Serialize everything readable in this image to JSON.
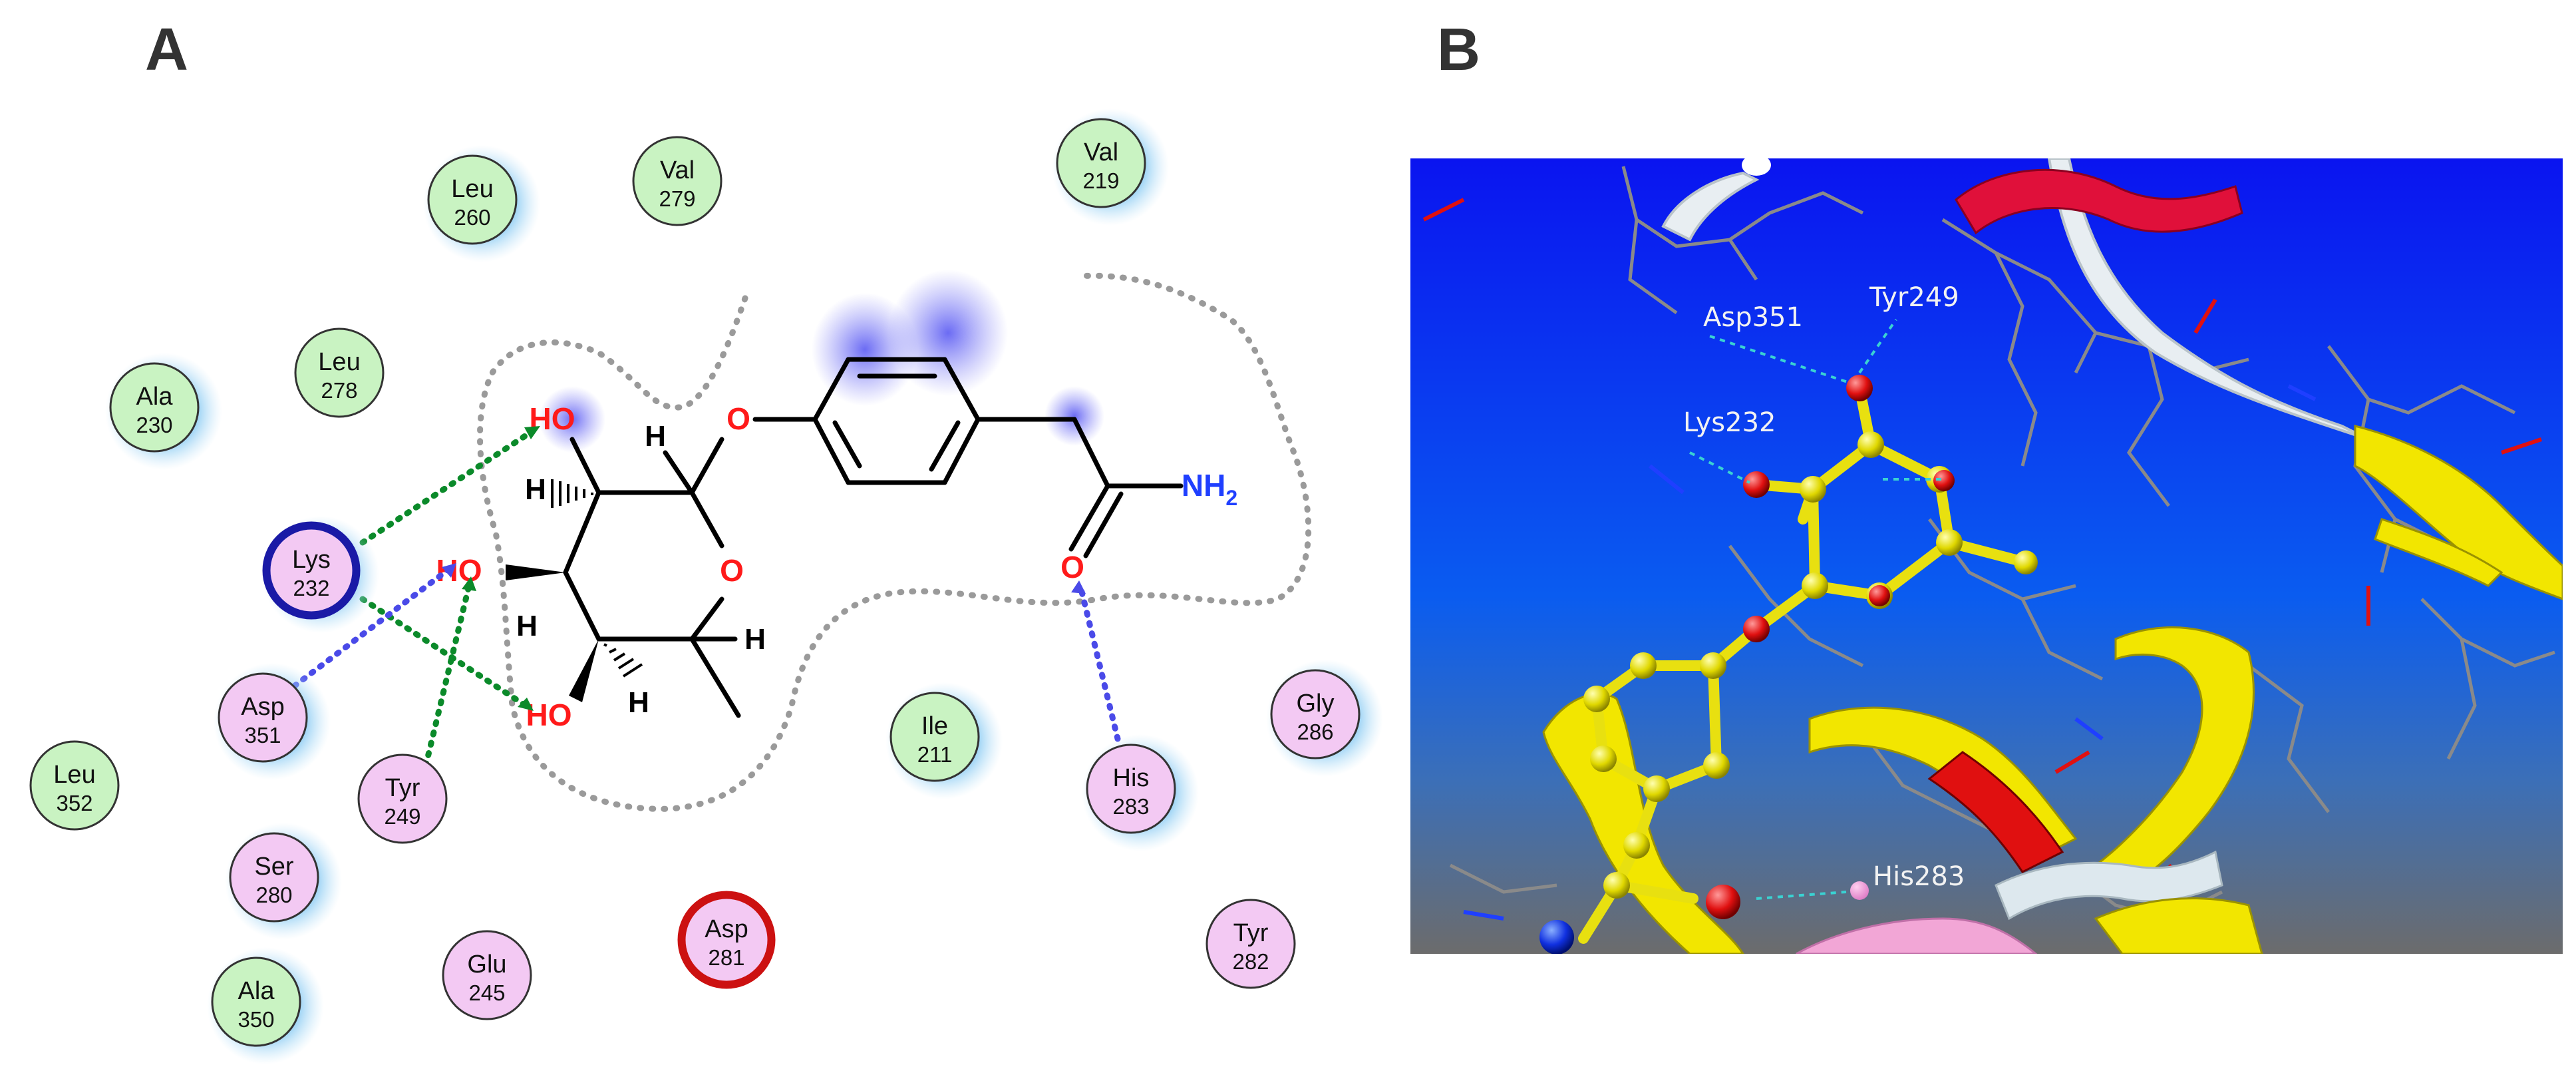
{
  "panels": {
    "a_label": "A",
    "b_label": "B"
  },
  "colors": {
    "hydrophobic": "#c9f3c2",
    "polar": "#f3c9f3",
    "negative_ring": "#cc1111",
    "positive_ring": "#1a1aa6",
    "hbond_sidechain": "#0b8a2a",
    "hbond_backbone": "#4a4ae8",
    "oxygen": "#ff1a1a",
    "nitrogen": "#1f3fff",
    "ligand_3d": "#e8e010"
  },
  "residues": [
    {
      "id": "leu260",
      "name": "Leu",
      "num": "260",
      "type": "hydrophobic",
      "exposure": true
    },
    {
      "id": "val279",
      "name": "Val",
      "num": "279",
      "type": "hydrophobic",
      "exposure": false
    },
    {
      "id": "val219",
      "name": "Val",
      "num": "219",
      "type": "hydrophobic",
      "exposure": true
    },
    {
      "id": "leu278",
      "name": "Leu",
      "num": "278",
      "type": "hydrophobic",
      "exposure": false
    },
    {
      "id": "ala230",
      "name": "Ala",
      "num": "230",
      "type": "hydrophobic",
      "exposure": true
    },
    {
      "id": "lys232",
      "name": "Lys",
      "num": "232",
      "type": "positive",
      "exposure": true
    },
    {
      "id": "asp351",
      "name": "Asp",
      "num": "351",
      "type": "polar",
      "exposure": true
    },
    {
      "id": "leu352",
      "name": "Leu",
      "num": "352",
      "type": "hydrophobic",
      "exposure": false
    },
    {
      "id": "tyr249",
      "name": "Tyr",
      "num": "249",
      "type": "polar",
      "exposure": false
    },
    {
      "id": "ser280",
      "name": "Ser",
      "num": "280",
      "type": "polar",
      "exposure": true
    },
    {
      "id": "ala350",
      "name": "Ala",
      "num": "350",
      "type": "hydrophobic",
      "exposure": true
    },
    {
      "id": "glu245",
      "name": "Glu",
      "num": "245",
      "type": "polar",
      "exposure": false
    },
    {
      "id": "asp281",
      "name": "Asp",
      "num": "281",
      "type": "negative",
      "exposure": false
    },
    {
      "id": "ile211",
      "name": "Ile",
      "num": "211",
      "type": "hydrophobic",
      "exposure": true
    },
    {
      "id": "his283",
      "name": "His",
      "num": "283",
      "type": "polar",
      "exposure": true
    },
    {
      "id": "gly286",
      "name": "Gly",
      "num": "286",
      "type": "polar",
      "exposure": true
    },
    {
      "id": "tyr282",
      "name": "Tyr",
      "num": "282",
      "type": "polar",
      "exposure": false
    }
  ],
  "ligand_atoms": {
    "ho1": "HO",
    "ho2": "HO",
    "ho3": "HO",
    "ring_o": "O",
    "link_o": "O",
    "carbonyl_o": "O",
    "nh2": "NH",
    "nh2_sub": "2",
    "h1": "H",
    "h2": "H",
    "h3": "H",
    "h4": "H",
    "h5": "H"
  },
  "structure_labels": {
    "asp351": "Asp351",
    "tyr249": "Tyr249",
    "lys232": "Lys232",
    "his283": "His283"
  }
}
